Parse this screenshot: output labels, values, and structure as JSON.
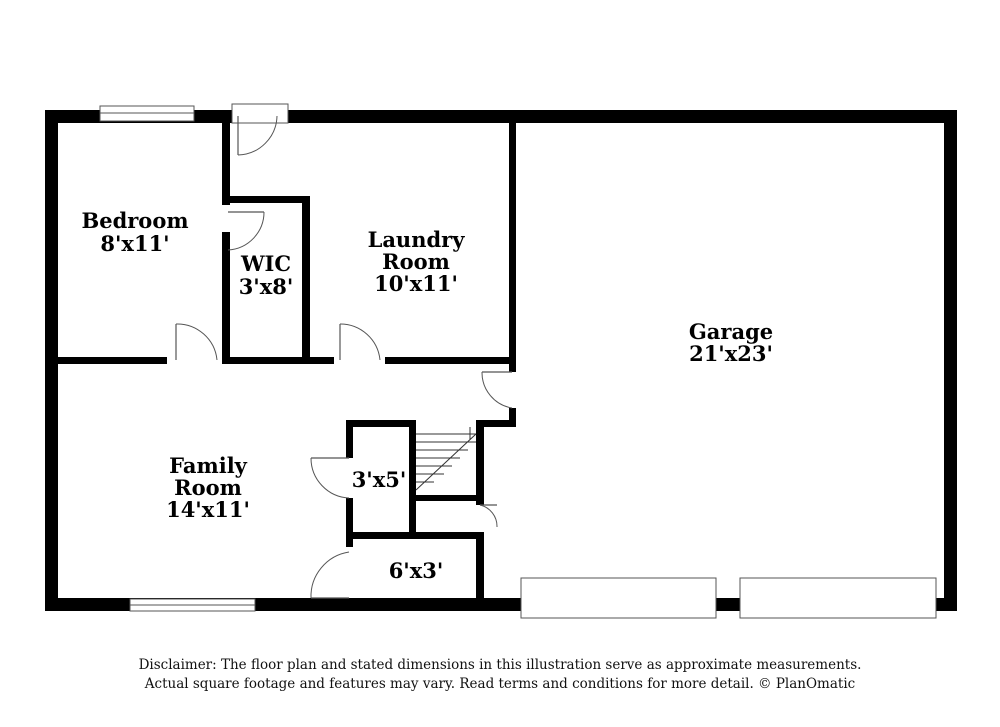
{
  "rooms": {
    "bedroom": {
      "name": "Bedroom",
      "dims": "8'x11'"
    },
    "wic": {
      "name": "WIC",
      "dims": "3'x8'"
    },
    "laundry": {
      "name_line1": "Laundry",
      "name_line2": "Room",
      "dims": "10'x11'"
    },
    "garage": {
      "name": "Garage",
      "dims": "21'x23'"
    },
    "family": {
      "name_line1": "Family",
      "name_line2": "Room",
      "dims": "14'x11'"
    },
    "closet1": {
      "dims": "3'x5'"
    },
    "closet2": {
      "dims": "6'x3'"
    }
  },
  "disclaimer": {
    "line1": "Disclaimer: The floor plan and stated dimensions in this illustration serve as approximate measurements.",
    "line2": "Actual square footage and features may vary. Read terms and conditions for more detail. © PlanOmatic"
  }
}
